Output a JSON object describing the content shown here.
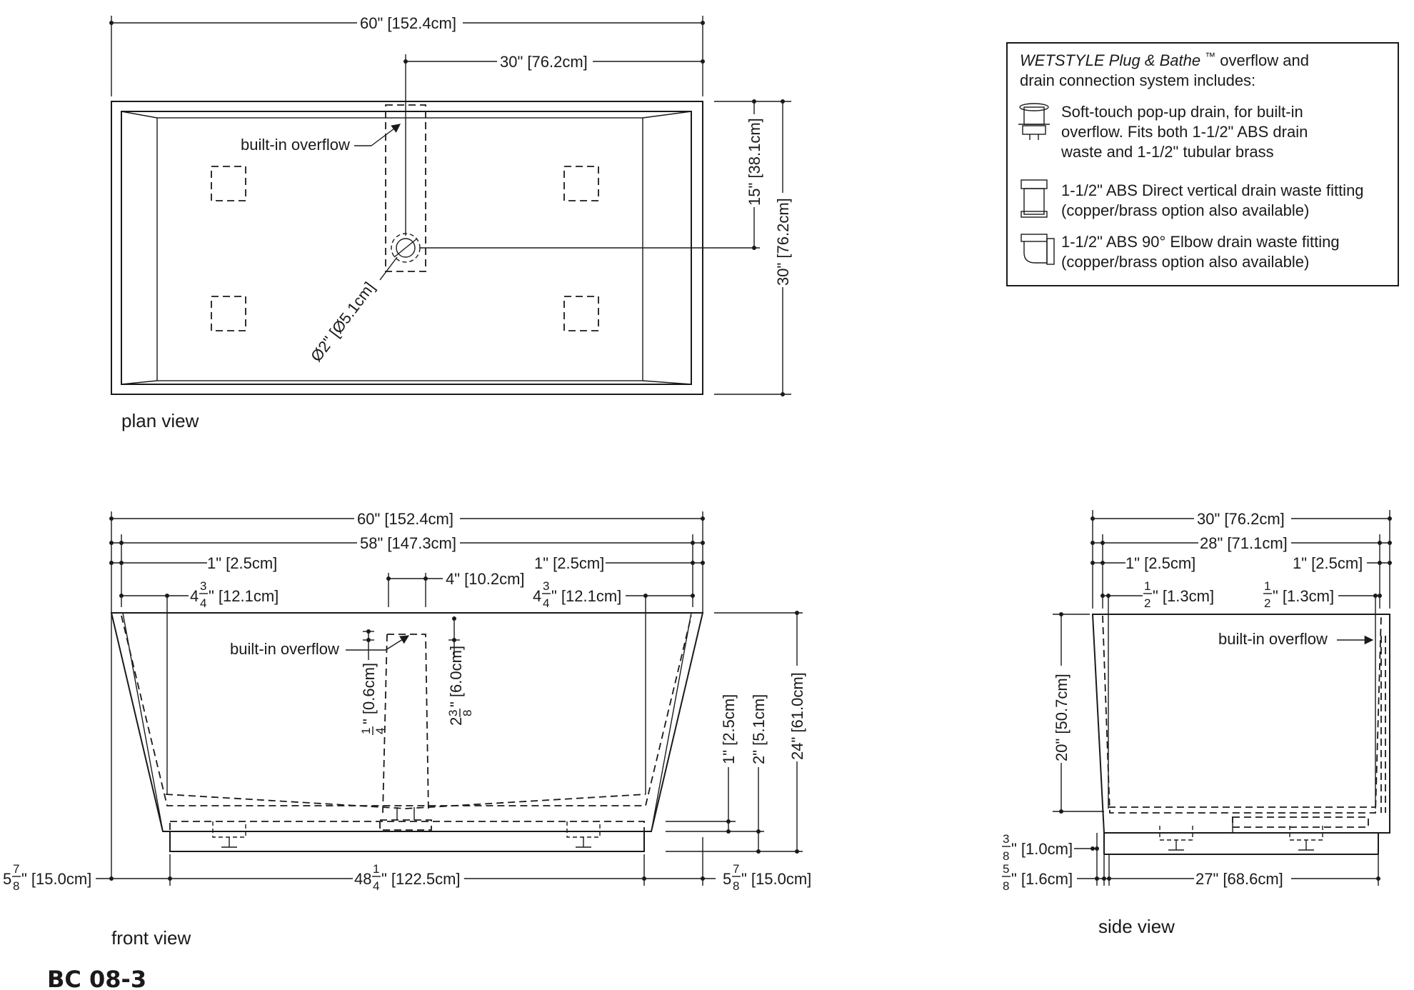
{
  "plan_view": {
    "label": "plan view",
    "dim_overall_length": "60\" [152.4cm]",
    "dim_drain_offset": "30\" [76.2cm]",
    "dim_half_width": "15\" [38.1cm]",
    "dim_overall_width": "30\" [76.2cm]",
    "overflow_label": "built-in overflow",
    "drain_diameter": "Ø2\" [Ø5.1cm]"
  },
  "front_view": {
    "label": "front view",
    "dim_overall_length": "60\" [152.4cm]",
    "dim_inner_length": "58\" [147.3cm]",
    "dim_rim_left_pre": "1\" [2.5cm]",
    "dim_rim_right_pre": "1\" [2.5cm]",
    "dim_overflow_width": "4\" [10.2cm]",
    "dim_left_whole": "4",
    "dim_left_num": "3",
    "dim_left_den": "4",
    "dim_left_rest": "\" [12.1cm]",
    "dim_right_whole": "4",
    "dim_right_num": "3",
    "dim_right_den": "4",
    "dim_right_rest": "\" [12.1cm]",
    "overflow_label": "built-in overflow",
    "dim_overflow_top_num": "1",
    "dim_overflow_top_den": "4",
    "dim_overflow_top_rest": "\" [0.6cm]",
    "dim_overflow_h_whole": "2",
    "dim_overflow_h_num": "3",
    "dim_overflow_h_den": "8",
    "dim_overflow_h_rest": "\" [6.0cm]",
    "dim_base_1": "1\" [2.5cm]",
    "dim_base_2": "2\" [5.1cm]",
    "dim_height": "24\" [61.0cm]",
    "dim_side_left_whole": "5",
    "dim_side_left_num": "7",
    "dim_side_left_den": "8",
    "dim_side_left_rest": "\" [15.0cm]",
    "dim_base_whole": "48",
    "dim_base_num": "1",
    "dim_base_den": "4",
    "dim_base_rest": "\" [122.5cm]",
    "dim_side_right_whole": "5",
    "dim_side_right_num": "7",
    "dim_side_right_den": "8",
    "dim_side_right_rest": "\" [15.0cm]"
  },
  "side_view": {
    "label": "side view",
    "dim_overall_width": "30\" [76.2cm]",
    "dim_inner_width": "28\" [71.1cm]",
    "dim_rim_left": "1\" [2.5cm]",
    "dim_rim_right": "1\" [2.5cm]",
    "dim_left_num": "1",
    "dim_left_den": "2",
    "dim_left_rest": "\" [1.3cm]",
    "dim_right_num": "1",
    "dim_right_den": "2",
    "dim_right_rest": "\" [1.3cm]",
    "overflow_label": "built-in overflow",
    "dim_height": "20\" [50.7cm]",
    "dim_small1_num": "3",
    "dim_small1_den": "8",
    "dim_small1_rest": "\" [1.0cm]",
    "dim_small2_num": "5",
    "dim_small2_den": "8",
    "dim_small2_rest": "\" [1.6cm]",
    "dim_base": "27\" [68.6cm]"
  },
  "legend": {
    "title_italic": "WETSTYLE Plug & Bathe",
    "title_tm": "™",
    "title_rest": " overflow  and",
    "title_line2": "drain connection system includes:",
    "item1_line1": "Soft-touch pop-up drain, for built-in",
    "item1_line2": "overflow. Fits both 1-1/2\" ABS drain",
    "item1_line3": "waste and 1-1/2\" tubular brass",
    "item2_line1": "1-1/2\" ABS Direct vertical drain waste fitting",
    "item2_line2": "(copper/brass option also available)",
    "item3_line1": "1-1/2\" ABS 90° Elbow drain waste fitting",
    "item3_line2": "(copper/brass option also available)"
  },
  "drawing_code": "BC 08-3"
}
